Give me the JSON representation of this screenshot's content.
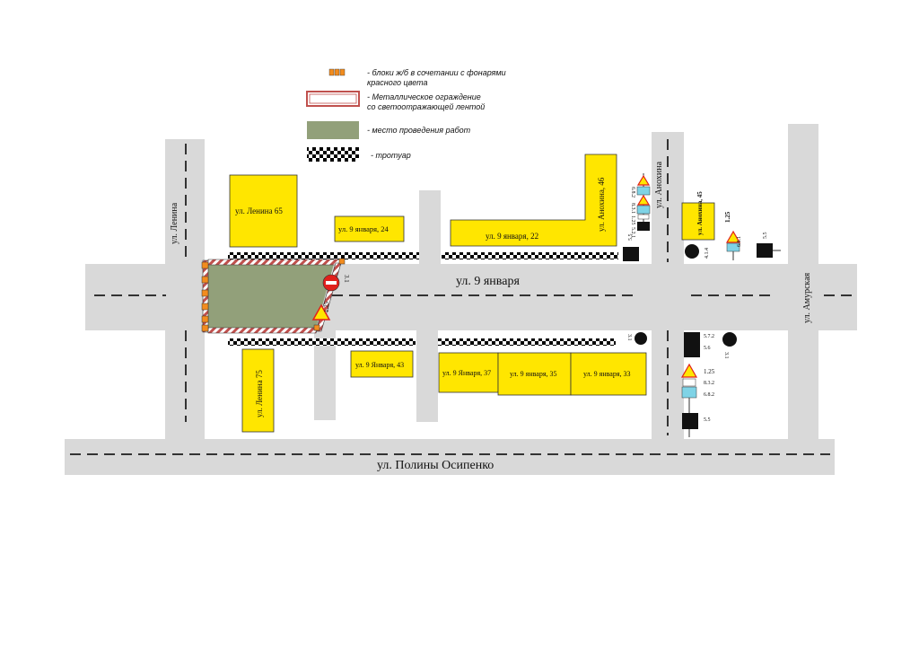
{
  "legend": [
    {
      "key": "blocks",
      "text": "- блоки ж/б в сочетании с фонарями\nкрасного цвета"
    },
    {
      "key": "fence",
      "text": "- Металлическое ограждение\nсо светоотражающей лентой"
    },
    {
      "key": "worksite",
      "text": "- место проведения работ"
    },
    {
      "key": "sidewalk",
      "text": "- тротуар"
    }
  ],
  "streets": {
    "main": "ул. 9 января",
    "bottom": "ул. Полины Осипенко",
    "lenina": "ул. Ленина",
    "anokhina": "ул. Анохина",
    "amurskaya": "ул. Амурская"
  },
  "buildings": {
    "lenina65": "ул. Ленина 65",
    "yanv24": "ул. 9 января, 24",
    "yanv22": "ул. 9 января, 22",
    "anokhina46": "ул. Анохина, 46",
    "anokhina45": "ул. Анохина, 45",
    "lenina75": "ул. Ленина 75",
    "yanv43": "ул. 9 Января, 43",
    "yanv37": "ул. 9 Января, 37",
    "yanv35": "ул. 9 января, 35",
    "yanv33": "ул. 9 января, 33"
  },
  "signs": {
    "s31": "3.1",
    "s125": "1.25",
    "s5_5": "5.5",
    "s521": "5.2.1",
    "s682": "6.8.2",
    "s831": "8.3.1",
    "s681": "6.8.1",
    "s414": "4.1.4",
    "s572": "5.7.2",
    "s56": "5.6",
    "s832": "8.3.2"
  },
  "colors": {
    "building": "#ffe600",
    "worksite": "#92a07a",
    "road": "#d9d9d9",
    "fence": "#c0504d",
    "sign_blue": "#7fd3e6",
    "sign_red": "#e0201b",
    "block_orange": "#f28c1e"
  }
}
